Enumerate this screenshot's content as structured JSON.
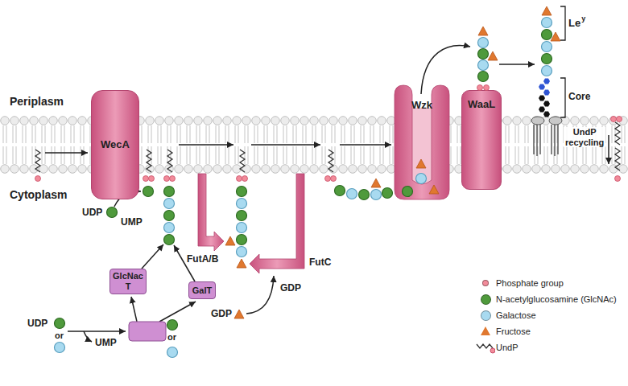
{
  "diagram": {
    "nodes": [
      {
        "text": [
          "WecA"
        ]
      },
      {
        "text": [
          "GlcNac T"
        ]
      },
      {
        "text": [
          "GalT"
        ]
      },
      {
        "text": [
          "Wzk"
        ]
      },
      {
        "text": [
          "WaaL"
        ]
      }
    ],
    "labels": [
      "Periplasm",
      "Cytoplasm",
      "UDP",
      "UMP",
      "FutA/B",
      "FutC",
      "GDP",
      "GDP",
      "UDP",
      "or",
      "UMP",
      "or",
      "Le",
      "y",
      "Core",
      "UndP recycling"
    ],
    "legend": [
      {
        "text": "Phosphate group",
        "color": "#f28b9a"
      },
      {
        "text": "N-acetylglucosamine (GlcNAc)",
        "color": "#4f9a3c"
      },
      {
        "text": "Galactose",
        "color": "#a8daf0"
      },
      {
        "text": "Fructose",
        "color": "#e0782f"
      },
      {
        "text": "UndP"
      }
    ]
  }
}
